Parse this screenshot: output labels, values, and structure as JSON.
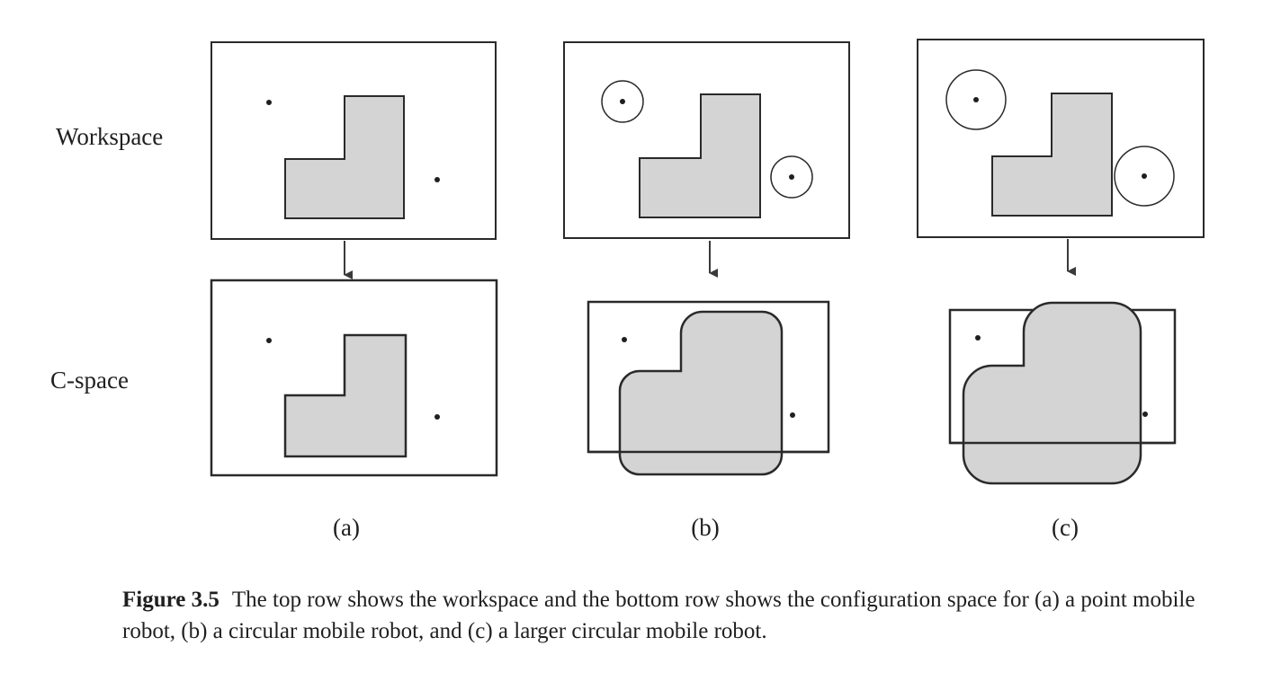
{
  "rows": {
    "workspace": "Workspace",
    "cspace": "C-space"
  },
  "panels": [
    {
      "label": "(a)"
    },
    {
      "label": "(b)"
    },
    {
      "label": "(c)"
    }
  ],
  "caption": {
    "figure_number": "Figure 3.5",
    "text": "The top row shows the workspace and the bottom row shows the configuration space for (a) a point mobile robot, (b) a circular mobile robot, and (c) a larger circular mobile robot."
  },
  "colors": {
    "obstacle_fill": "#d4d4d4",
    "stroke": "#2a2a2a"
  }
}
